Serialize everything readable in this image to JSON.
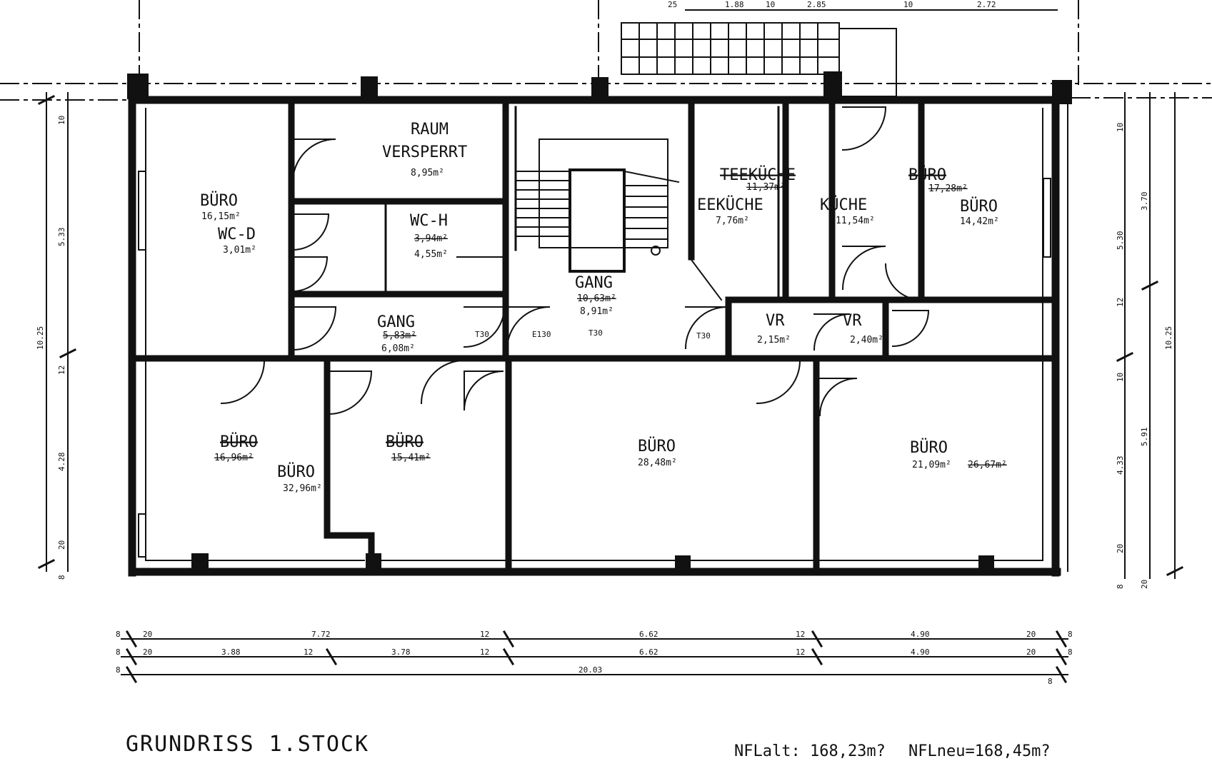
{
  "plan": {
    "title": "GRUNDRISS 1.STOCK",
    "nfl_old": "NFLalt: 168,23m?",
    "nfl_new": "NFLneu=168,45m?"
  },
  "rooms": [
    {
      "id": "raum",
      "name": "RAUM",
      "name2": "VERSPERRT",
      "area": "8,95m²"
    },
    {
      "id": "buero-nw",
      "name": "BÜRO",
      "area": "16,15m²"
    },
    {
      "id": "wc-d",
      "name": "WC-D",
      "area": "3,01m²"
    },
    {
      "id": "wc-h",
      "name": "WC-H",
      "area": "4,55m²",
      "area_old": "3,94m²"
    },
    {
      "id": "gang-w",
      "name": "GANG",
      "area": "6,08m²",
      "area_old": "5,83m²"
    },
    {
      "id": "gang-c",
      "name": "GANG",
      "area": "8,91m²",
      "area_old": "10,63m²"
    },
    {
      "id": "teekueche",
      "name": "EEKÜCHE",
      "area": "7,76m²",
      "name_old": "TEEKÜCHE",
      "area_old": "11,37m²"
    },
    {
      "id": "kueche",
      "name": "KÜCHE",
      "area": "11,54m²"
    },
    {
      "id": "buero-ne",
      "name": "BÜRO",
      "area": "14,42m²",
      "name_old": "BÜRO",
      "area_old": "17,28m²"
    },
    {
      "id": "vr1",
      "name": "VR",
      "area": "2,15m²"
    },
    {
      "id": "vr2",
      "name": "VR",
      "area": "2,40m²"
    },
    {
      "id": "buero-sw",
      "name": "BÜRO",
      "area": "32,96m²",
      "name_old": "BÜRO",
      "area_old": "16,96m²"
    },
    {
      "id": "buero-sw2",
      "name_old": "BÜRO",
      "area_old": "15,41m²"
    },
    {
      "id": "buero-sc",
      "name": "BÜRO",
      "area": "28,48m²"
    },
    {
      "id": "buero-se",
      "name": "BÜRO",
      "area": "21,09m²",
      "area_old": "26,67m²"
    }
  ],
  "door_labels": [
    "T30",
    "T30",
    "E130",
    "T30"
  ],
  "dims": {
    "top": [
      "25",
      "1.88",
      "10",
      "2.85",
      "10",
      "2.72"
    ],
    "bottom_row1": [
      "8",
      "20",
      "7.72",
      "12",
      "6.62",
      "12",
      "4.90",
      "20",
      "8"
    ],
    "bottom_row2": [
      "8",
      "20",
      "3.88",
      "12",
      "3.78",
      "12",
      "6.62",
      "12",
      "4.90",
      "20",
      "8"
    ],
    "bottom_row3": [
      "8",
      "20.03",
      "8"
    ],
    "left_inner": [
      "10",
      "5.33",
      "12",
      "4.28",
      "20",
      "8"
    ],
    "left_outer": [
      "10.25"
    ],
    "right_inner": [
      "10",
      "5.30",
      "12",
      "10",
      "4.33",
      "20",
      "8"
    ],
    "right_mid": [
      "3.70",
      "5.91",
      "20"
    ],
    "right_outer": [
      "10.25"
    ]
  }
}
